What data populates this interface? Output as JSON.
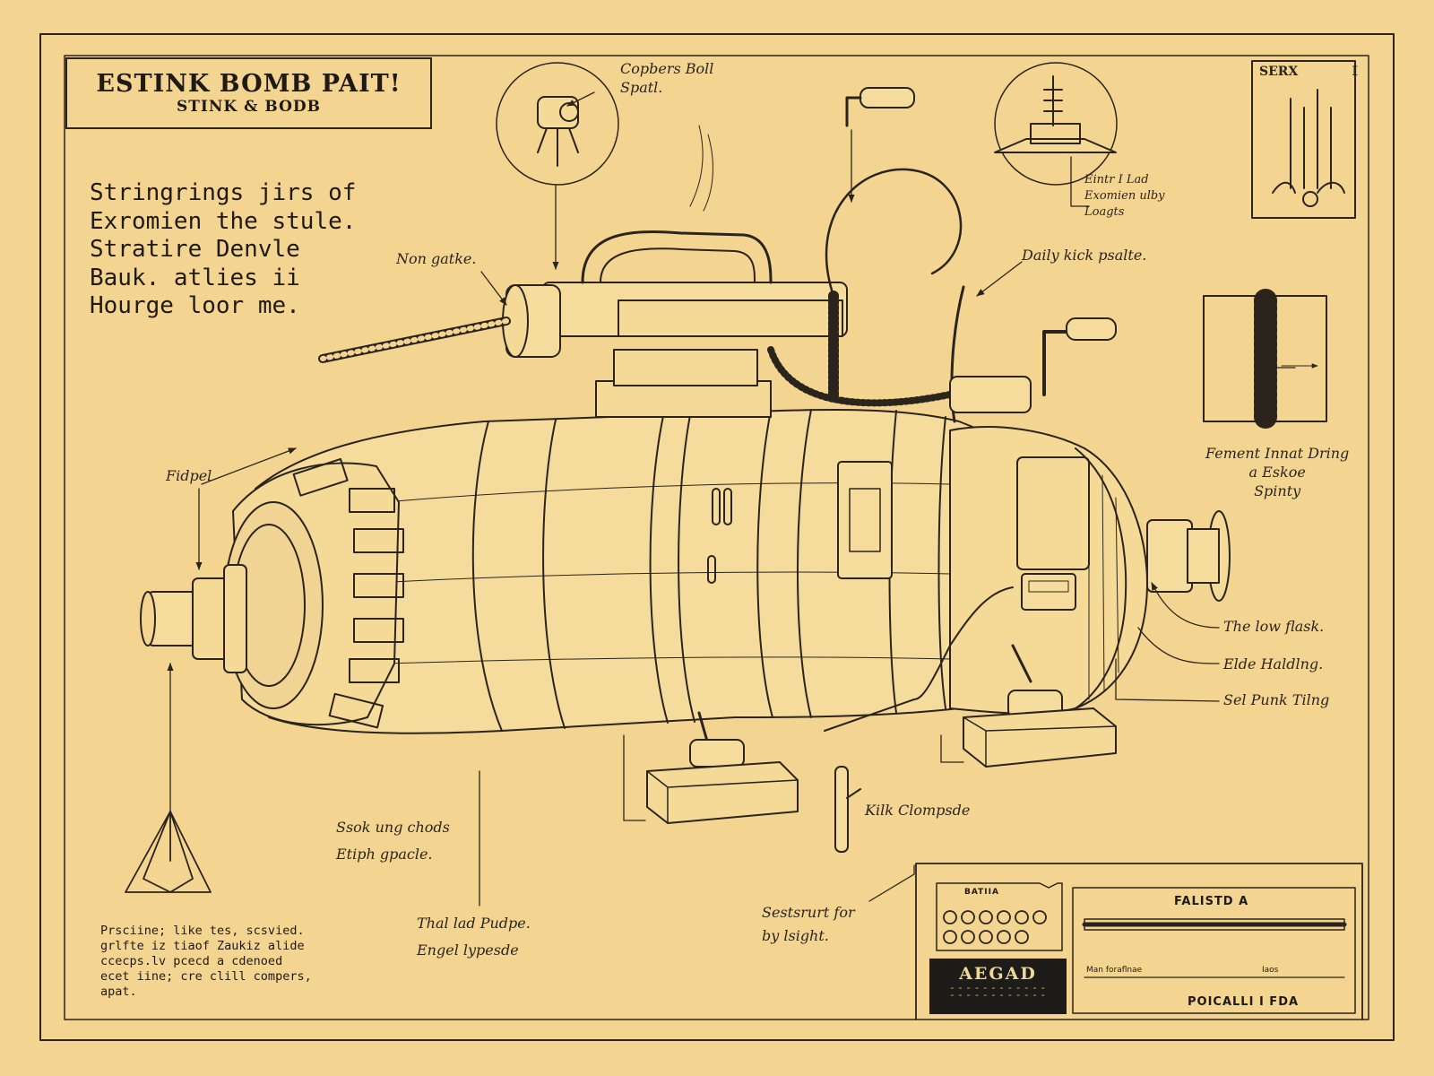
{
  "title_block": {
    "title": "ESTINK BOMB PAIT!",
    "subtitle": "STINK & BODB"
  },
  "intro_text": "Stringrings jirs of\nExromien the stule.\nStratire Denvle\nBauk. atlies ii\nHourge loor me.",
  "sheet_id": {
    "label": "SERX",
    "number": "I"
  },
  "callouts": {
    "copper_coil": "Copbers Boll\nSpatl.",
    "non_gauge": "Non gatke.",
    "daily_kick": "Daily kick psalte.",
    "detail_load": "Eintr I Lad\nExomien ulby\nLoagts",
    "fitted": "Fidpel",
    "current_lever": "Fement Innat Dring\na Eskoe\nSpinty",
    "low_flask": "The low flask.",
    "blade_holding": "Elde Haldlng.",
    "sel_punk": "Sel Punk Tilng",
    "stack_clamp": "Ssok ung chods\nEtiph gpacle.",
    "thal_lad": "Thal lad Pudpe.\nEngel lypesde",
    "kilk_compr": "Kilk Clompsde",
    "setstrut": "Sestsrurt for\nby lsight."
  },
  "footnote": "Prsciine; like tes, scsvied.\ngrlfte iz tiaof Zaukiz alide\nccecps.lv pcecd a cdenoed\necet iine; cre clill compers,\n   apat.",
  "title_block_panel": {
    "gauge_label": "BATIIA",
    "stamp_title": "AEGAD",
    "header": "FALISTD A",
    "row_label_left": "Man foraflnae",
    "row_label_right": "Iaos",
    "footer": "POICALLI I FDA"
  },
  "colors": {
    "paper": "#f3d591",
    "ink": "#2a241c",
    "stamp": "#1e1c19",
    "stamp_text": "#f0d792"
  }
}
